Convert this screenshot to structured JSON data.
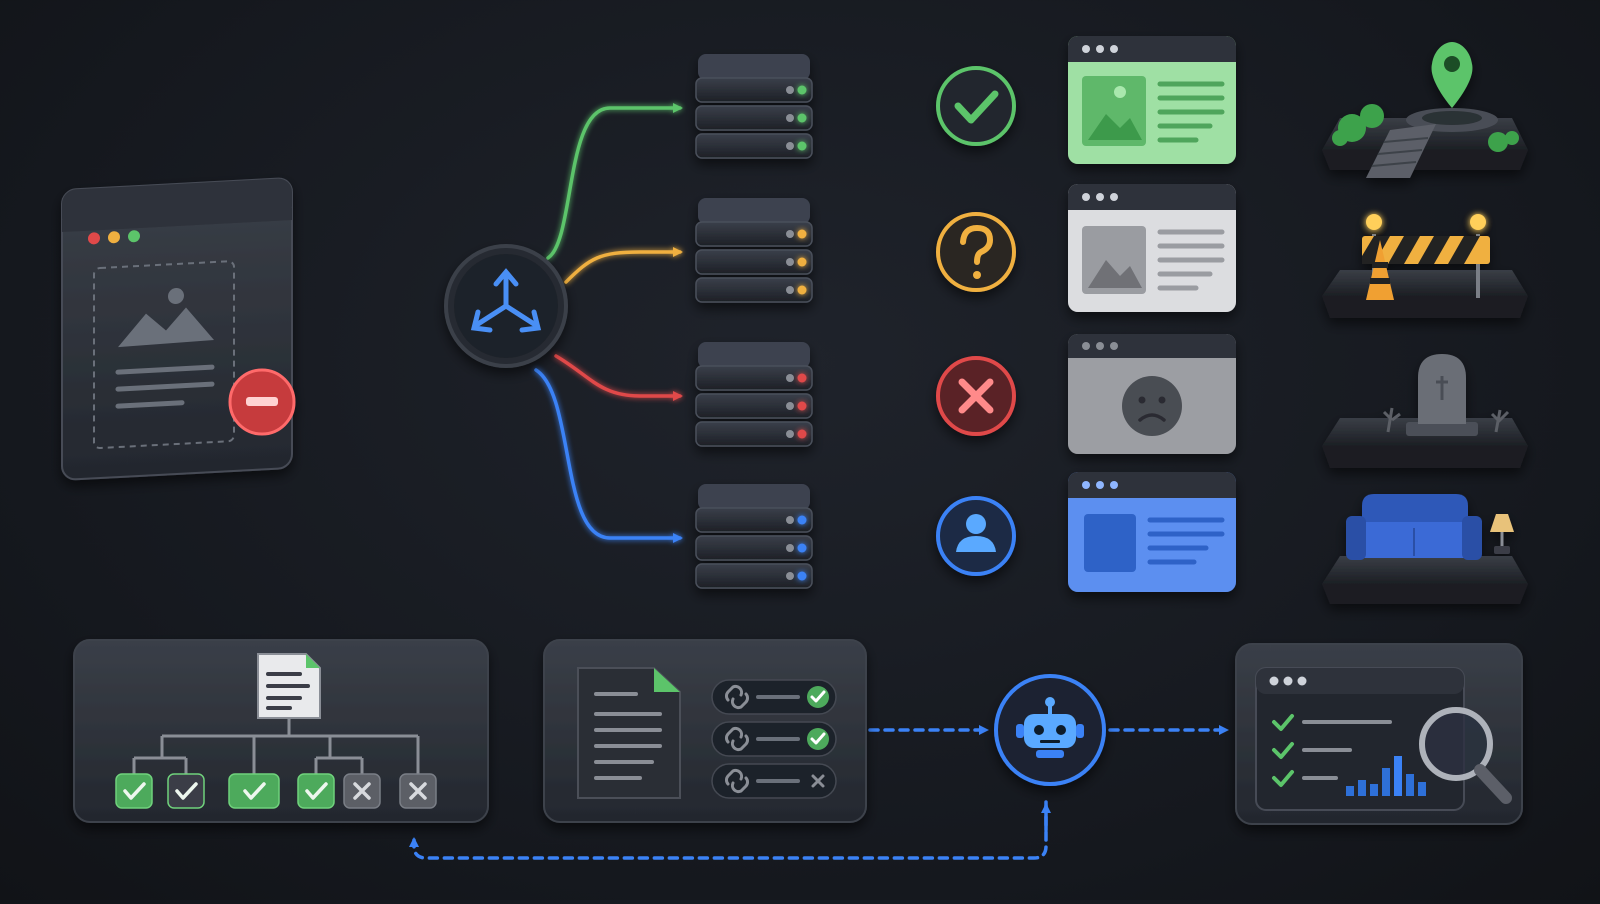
{
  "colors": {
    "background": "#16191f",
    "panel": "#2b2f37",
    "panel_dark": "#23272e",
    "green": "#5cc46a",
    "orange": "#f0b040",
    "red": "#e0484a",
    "blue": "#3b82f6",
    "light_blue": "#5aa9ff"
  },
  "diagram": {
    "source": {
      "name": "broken-page-window",
      "icons": [
        "image-icon",
        "text-lines-icon",
        "minus-badge-icon"
      ]
    },
    "router": {
      "name": "router-node",
      "icon": "branch-split-icon"
    },
    "branches": [
      {
        "id": "ok",
        "color": "#5cc46a",
        "status_icon": "check-circle-icon",
        "page_style": "green-page",
        "destination_icon": "map-pin-path-icon"
      },
      {
        "id": "unknown",
        "color": "#f0b040",
        "status_icon": "question-circle-icon",
        "page_style": "grey-page",
        "destination_icon": "roadblock-icon"
      },
      {
        "id": "failed",
        "color": "#e0484a",
        "status_icon": "x-circle-icon",
        "page_style": "sad-face-page",
        "destination_icon": "tombstone-icon"
      },
      {
        "id": "user",
        "color": "#3b82f6",
        "status_icon": "user-circle-icon",
        "page_style": "blue-page",
        "destination_icon": "couch-lamp-icon"
      }
    ],
    "bottom_flow": {
      "sitemap_tree": {
        "name": "sitemap-tree-panel",
        "leaves": [
          "check",
          "check",
          "check",
          "check",
          "x",
          "x"
        ]
      },
      "link_checker": {
        "name": "link-checker-panel",
        "links": [
          "check",
          "check",
          "x"
        ]
      },
      "bot": {
        "name": "crawler-bot-node",
        "icon": "robot-icon"
      },
      "report": {
        "name": "search-report-panel",
        "icons": [
          "check-list-icon",
          "bar-chart-icon",
          "magnifier-icon"
        ]
      }
    }
  }
}
